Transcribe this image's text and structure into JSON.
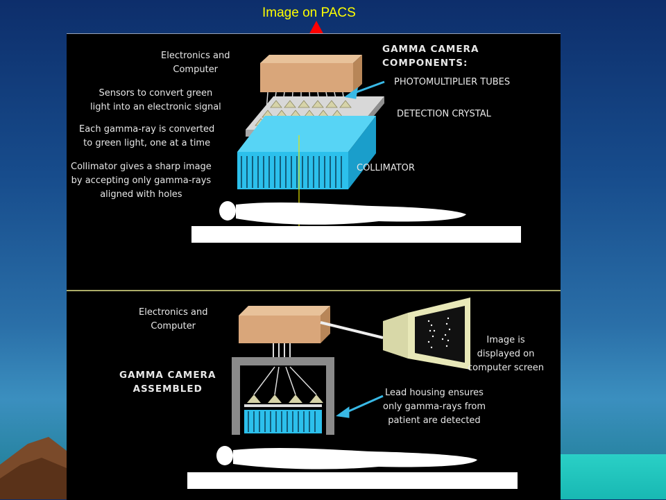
{
  "title": "Image on PACS",
  "top_panel": {
    "electronics_line1": "Electronics and",
    "electronics_line2": "Computer",
    "sensors_line1": "Sensors to convert green",
    "sensors_line2": "light into an electronic signal",
    "gamma_line1": "Each gamma-ray is converted",
    "gamma_line2": "to green light, one at a time",
    "collimator_line1": "Collimator gives a sharp image",
    "collimator_line2": "by accepting only gamma-rays",
    "collimator_line3": "aligned with holes",
    "components_line1": "GAMMA CAMERA",
    "components_line2": "COMPONENTS:",
    "pmt": "PHOTOMULTIPLIER TUBES",
    "crystal": "DETECTION CRYSTAL",
    "collimator": "COLLIMATOR"
  },
  "bottom_panel": {
    "electronics_line1": "Electronics and",
    "electronics_line2": "Computer",
    "assembled_line1": "GAMMA CAMERA",
    "assembled_line2": "ASSEMBLED",
    "display_line1": "Image is",
    "display_line2": "displayed on",
    "display_line3": "computer screen",
    "lead_line1": "Lead housing ensures",
    "lead_line2": "only gamma-rays from",
    "lead_line3": "patient are detected"
  },
  "colors": {
    "title": "#ffff00",
    "arrow": "#ff0000",
    "box": "#d9a67a",
    "collimator": "#2cc0ec",
    "crystal_glow": "#22ee22",
    "divider": "#e6e68a",
    "pointer": "#39b9e6"
  }
}
